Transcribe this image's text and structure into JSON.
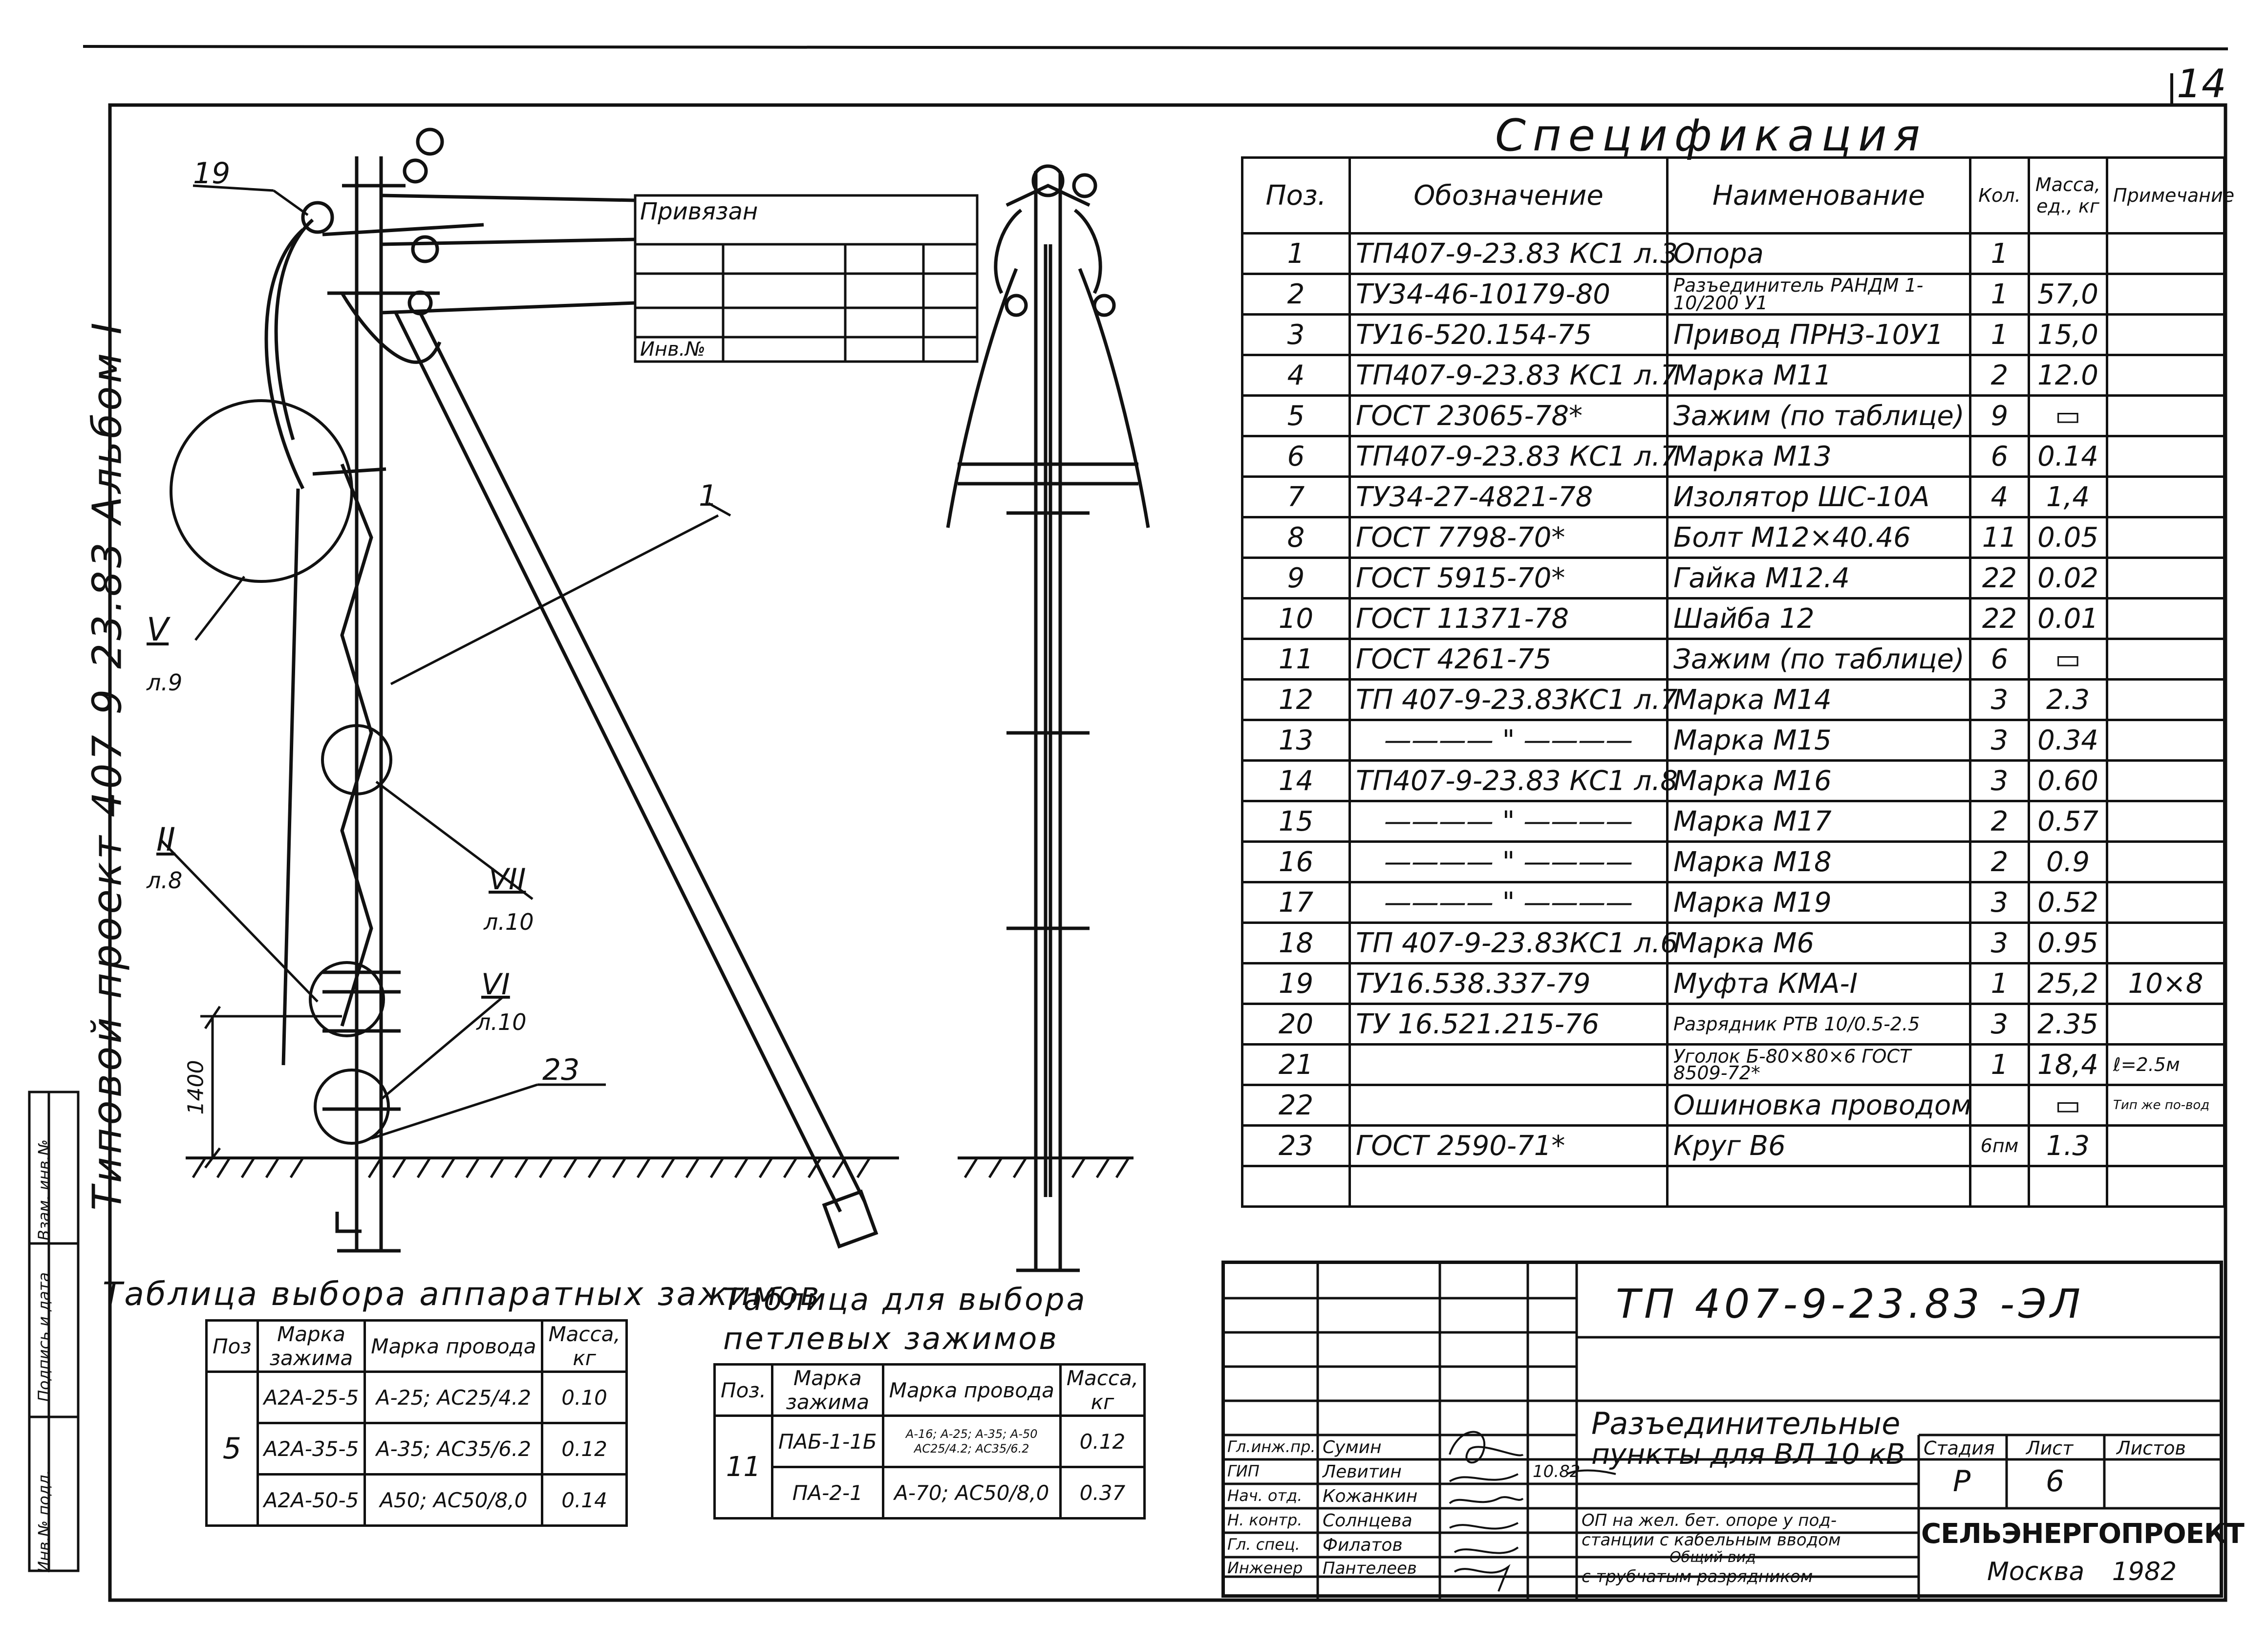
{
  "sheet": {
    "page_number": "14",
    "side_caption": "Типовой проект 407-9-23.83 Альбом I",
    "side_stamps": [
      "Инв.№ подл.",
      "Подпись и дата",
      "Взам. инв.№"
    ]
  },
  "drawing": {
    "callouts": [
      "19",
      "1",
      "V",
      "л.9",
      "II",
      "л.8",
      "VII",
      "л.10",
      "VI",
      "л.10",
      "23"
    ],
    "dimension": "1400"
  },
  "binding_box": {
    "title": "Привязан",
    "inv_label": "Инв.№"
  },
  "spec": {
    "title": "Спецификация",
    "headers": [
      "Поз.",
      "Обозначение",
      "Наименование",
      "Кол.",
      "Масса, ед., кг",
      "Примечание"
    ],
    "rows": [
      {
        "pos": "1",
        "code": "ТП407-9-23.83 КС1 л.3",
        "name": "Опора",
        "qty": "1",
        "mass": "",
        "note": ""
      },
      {
        "pos": "2",
        "code": "ТУ34-46-10179-80",
        "name": "Разъединитель РАНДМ 1-10/200 У1",
        "qty": "1",
        "mass": "57,0",
        "note": ""
      },
      {
        "pos": "3",
        "code": "ТУ16-520.154-75",
        "name": "Привод ПРНЗ-10У1",
        "qty": "1",
        "mass": "15,0",
        "note": ""
      },
      {
        "pos": "4",
        "code": "ТП407-9-23.83 КС1 л.7",
        "name": "Марка М11",
        "qty": "2",
        "mass": "12.0",
        "note": ""
      },
      {
        "pos": "5",
        "code": "ГОСТ 23065-78*",
        "name": "Зажим (по таблице)",
        "qty": "9",
        "mass": "▭",
        "note": ""
      },
      {
        "pos": "6",
        "code": "ТП407-9-23.83 КС1 л.7",
        "name": "Марка М13",
        "qty": "6",
        "mass": "0.14",
        "note": ""
      },
      {
        "pos": "7",
        "code": "ТУ34-27-4821-78",
        "name": "Изолятор ШС-10А",
        "qty": "4",
        "mass": "1,4",
        "note": ""
      },
      {
        "pos": "8",
        "code": "ГОСТ 7798-70*",
        "name": "Болт М12×40.46",
        "qty": "11",
        "mass": "0.05",
        "note": ""
      },
      {
        "pos": "9",
        "code": "ГОСТ 5915-70*",
        "name": "Гайка М12.4",
        "qty": "22",
        "mass": "0.02",
        "note": ""
      },
      {
        "pos": "10",
        "code": "ГОСТ 11371-78",
        "name": "Шайба 12",
        "qty": "22",
        "mass": "0.01",
        "note": ""
      },
      {
        "pos": "11",
        "code": "ГОСТ 4261-75",
        "name": "Зажим (по таблице)",
        "qty": "6",
        "mass": "▭",
        "note": ""
      },
      {
        "pos": "12",
        "code": "ТП 407-9-23.83КС1 л.7",
        "name": "Марка М14",
        "qty": "3",
        "mass": "2.3",
        "note": ""
      },
      {
        "pos": "13",
        "code": "———— \" ————",
        "name": "Марка М15",
        "qty": "3",
        "mass": "0.34",
        "note": ""
      },
      {
        "pos": "14",
        "code": "ТП407-9-23.83 КС1 л.8",
        "name": "Марка М16",
        "qty": "3",
        "mass": "0.60",
        "note": ""
      },
      {
        "pos": "15",
        "code": "———— \" ————",
        "name": "Марка М17",
        "qty": "2",
        "mass": "0.57",
        "note": ""
      },
      {
        "pos": "16",
        "code": "———— \" ————",
        "name": "Марка М18",
        "qty": "2",
        "mass": "0.9",
        "note": ""
      },
      {
        "pos": "17",
        "code": "———— \" ————",
        "name": "Марка М19",
        "qty": "3",
        "mass": "0.52",
        "note": ""
      },
      {
        "pos": "18",
        "code": "ТП 407-9-23.83КС1 л.6",
        "name": "Марка М6",
        "qty": "3",
        "mass": "0.95",
        "note": ""
      },
      {
        "pos": "19",
        "code": "ТУ16.538.337-79",
        "name": "Муфта КМА-I",
        "qty": "1",
        "mass": "25,2",
        "note": "10×8"
      },
      {
        "pos": "20",
        "code": "ТУ 16.521.215-76",
        "name": "Разрядник РТВ 10/0.5-2.5",
        "qty": "3",
        "mass": "2.35",
        "note": ""
      },
      {
        "pos": "21",
        "code": "",
        "name": "Уголок Б-80×80×6 ГОСТ 8509-72*",
        "qty": "1",
        "mass": "18,4",
        "note": "ℓ=2.5м"
      },
      {
        "pos": "22",
        "code": "",
        "name": "Ошиновка проводом",
        "qty": "",
        "mass": "▭",
        "note": "Тип же по-вод"
      },
      {
        "pos": "23",
        "code": "ГОСТ 2590-71*",
        "name": "Круг В6",
        "qty": "6пм",
        "mass": "1.3",
        "note": ""
      }
    ]
  },
  "table_apparatus": {
    "title": "Таблица выбора аппаратных зажимов",
    "headers": [
      "Поз",
      "Марка зажима",
      "Марка провода",
      "Масса, кг"
    ],
    "pos": "5",
    "rows": [
      {
        "mark": "А2А-25-5",
        "wire": "А-25; АС25/4.2",
        "mass": "0.10"
      },
      {
        "mark": "А2А-35-5",
        "wire": "А-35; АС35/6.2",
        "mass": "0.12"
      },
      {
        "mark": "А2А-50-5",
        "wire": "А50; АС50/8,0",
        "mass": "0.14"
      }
    ]
  },
  "table_loop": {
    "title": "Таблица для выбора петлевых зажимов",
    "headers": [
      "Поз.",
      "Марка зажима",
      "Марка провода",
      "Масса, кг"
    ],
    "pos": "11",
    "rows": [
      {
        "mark": "ПАБ-1-1Б",
        "wire": "А-16; А-25; А-35; А-50 АС25/4.2; АС35/6.2",
        "mass": "0.12"
      },
      {
        "mark": "ПА-2-1",
        "wire": "А-70; АС50/8,0",
        "mass": "0.37"
      }
    ]
  },
  "title_block": {
    "code": "ТП 407-9-23.83 -ЭЛ",
    "title_line1": "Разъединительные",
    "title_line2": "пункты для ВЛ 10 кВ",
    "desc1": "ОП на жел. бет. опоре у под-",
    "desc2": "станции с кабельным вводом",
    "desc3": "Общий вид",
    "desc4": "с трубчатым разрядником",
    "stage_label": "Стадия",
    "sheet_label": "Лист",
    "sheets_label": "Листов",
    "stage": "Р",
    "sheet": "6",
    "org": "СЕЛЬЭНЕРГОПРОЕКТ",
    "city_year": "Москва 1982",
    "date": "10.82",
    "staff": [
      {
        "role": "Гл.инж.пр.",
        "name": "Сумин"
      },
      {
        "role": "ГИП",
        "name": "Левитин"
      },
      {
        "role": "Нач. отд.",
        "name": "Кожанкин"
      },
      {
        "role": "Н. контр.",
        "name": "Солнцева"
      },
      {
        "role": "Гл. спец.",
        "name": "Филатов"
      },
      {
        "role": "Инженер",
        "name": "Пантелеев"
      }
    ]
  }
}
